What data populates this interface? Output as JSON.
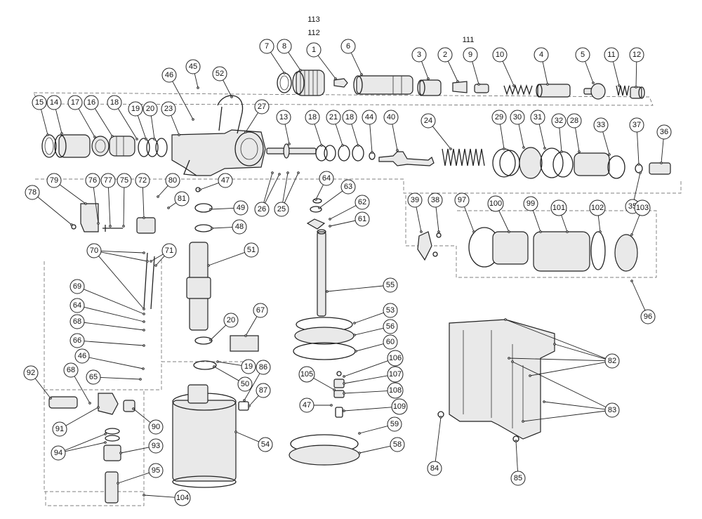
{
  "diagram": {
    "callouts": [
      {
        "id": "c113",
        "label": "113"
      },
      {
        "id": "c112",
        "label": "112"
      },
      {
        "id": "c111",
        "label": "111"
      },
      {
        "id": "c1",
        "label": "1"
      },
      {
        "id": "c7",
        "label": "7"
      },
      {
        "id": "c8",
        "label": "8"
      },
      {
        "id": "c6",
        "label": "6"
      },
      {
        "id": "c3",
        "label": "3"
      },
      {
        "id": "c2",
        "label": "2"
      },
      {
        "id": "c9",
        "label": "9"
      },
      {
        "id": "c10",
        "label": "10"
      },
      {
        "id": "c4",
        "label": "4"
      },
      {
        "id": "c5",
        "label": "5"
      },
      {
        "id": "c11",
        "label": "11"
      },
      {
        "id": "c12",
        "label": "12"
      },
      {
        "id": "c45",
        "label": "45"
      },
      {
        "id": "c46a",
        "label": "46"
      },
      {
        "id": "c52",
        "label": "52"
      },
      {
        "id": "c15",
        "label": "15"
      },
      {
        "id": "c14",
        "label": "14"
      },
      {
        "id": "c17",
        "label": "17"
      },
      {
        "id": "c16",
        "label": "16"
      },
      {
        "id": "c18a",
        "label": "18"
      },
      {
        "id": "c19a",
        "label": "19"
      },
      {
        "id": "c20a",
        "label": "20"
      },
      {
        "id": "c23",
        "label": "23"
      },
      {
        "id": "c27",
        "label": "27"
      },
      {
        "id": "c13",
        "label": "13"
      },
      {
        "id": "c18b",
        "label": "18"
      },
      {
        "id": "c21",
        "label": "21"
      },
      {
        "id": "c18c",
        "label": "18"
      },
      {
        "id": "c44",
        "label": "44"
      },
      {
        "id": "c40",
        "label": "40"
      },
      {
        "id": "c24",
        "label": "24"
      },
      {
        "id": "c29",
        "label": "29"
      },
      {
        "id": "c30",
        "label": "30"
      },
      {
        "id": "c31",
        "label": "31"
      },
      {
        "id": "c32",
        "label": "32"
      },
      {
        "id": "c28",
        "label": "28"
      },
      {
        "id": "c33",
        "label": "33"
      },
      {
        "id": "c37",
        "label": "37"
      },
      {
        "id": "c36",
        "label": "36"
      },
      {
        "id": "c35",
        "label": "35"
      },
      {
        "id": "c79",
        "label": "79"
      },
      {
        "id": "c78",
        "label": "78"
      },
      {
        "id": "c76",
        "label": "76"
      },
      {
        "id": "c77",
        "label": "77"
      },
      {
        "id": "c75",
        "label": "75"
      },
      {
        "id": "c72",
        "label": "72"
      },
      {
        "id": "c80",
        "label": "80"
      },
      {
        "id": "c81",
        "label": "81"
      },
      {
        "id": "c47a",
        "label": "47"
      },
      {
        "id": "c26",
        "label": "26"
      },
      {
        "id": "c25",
        "label": "25"
      },
      {
        "id": "c64a",
        "label": "64"
      },
      {
        "id": "c63",
        "label": "63"
      },
      {
        "id": "c62",
        "label": "62"
      },
      {
        "id": "c61",
        "label": "61"
      },
      {
        "id": "c49",
        "label": "49"
      },
      {
        "id": "c48",
        "label": "48"
      },
      {
        "id": "c39",
        "label": "39"
      },
      {
        "id": "c38",
        "label": "38"
      },
      {
        "id": "c97",
        "label": "97"
      },
      {
        "id": "c100",
        "label": "100"
      },
      {
        "id": "c99",
        "label": "99"
      },
      {
        "id": "c101",
        "label": "101"
      },
      {
        "id": "c102",
        "label": "102"
      },
      {
        "id": "c103",
        "label": "103"
      },
      {
        "id": "c70",
        "label": "70"
      },
      {
        "id": "c71",
        "label": "71"
      },
      {
        "id": "c51",
        "label": "51"
      },
      {
        "id": "c55",
        "label": "55"
      },
      {
        "id": "c69",
        "label": "69"
      },
      {
        "id": "c64b",
        "label": "64"
      },
      {
        "id": "c68a",
        "label": "68"
      },
      {
        "id": "c66",
        "label": "66"
      },
      {
        "id": "c46b",
        "label": "46"
      },
      {
        "id": "c65",
        "label": "65"
      },
      {
        "id": "c20b",
        "label": "20"
      },
      {
        "id": "c67",
        "label": "67"
      },
      {
        "id": "c19b",
        "label": "19"
      },
      {
        "id": "c50",
        "label": "50"
      },
      {
        "id": "c53",
        "label": "53"
      },
      {
        "id": "c56",
        "label": "56"
      },
      {
        "id": "c60",
        "label": "60"
      },
      {
        "id": "c96",
        "label": "96"
      },
      {
        "id": "c82",
        "label": "82"
      },
      {
        "id": "c83",
        "label": "83"
      },
      {
        "id": "c92",
        "label": "92"
      },
      {
        "id": "c68b",
        "label": "68"
      },
      {
        "id": "c86",
        "label": "86"
      },
      {
        "id": "c87",
        "label": "87"
      },
      {
        "id": "c106",
        "label": "106"
      },
      {
        "id": "c105",
        "label": "105"
      },
      {
        "id": "c107",
        "label": "107"
      },
      {
        "id": "c108",
        "label": "108"
      },
      {
        "id": "c47b",
        "label": "47"
      },
      {
        "id": "c109",
        "label": "109"
      },
      {
        "id": "c59",
        "label": "59"
      },
      {
        "id": "c58",
        "label": "58"
      },
      {
        "id": "c54",
        "label": "54"
      },
      {
        "id": "c91",
        "label": "91"
      },
      {
        "id": "c90",
        "label": "90"
      },
      {
        "id": "c94",
        "label": "94"
      },
      {
        "id": "c93",
        "label": "93"
      },
      {
        "id": "c95",
        "label": "95"
      },
      {
        "id": "c104",
        "label": "104"
      },
      {
        "id": "c84",
        "label": "84"
      },
      {
        "id": "c85",
        "label": "85"
      }
    ]
  }
}
